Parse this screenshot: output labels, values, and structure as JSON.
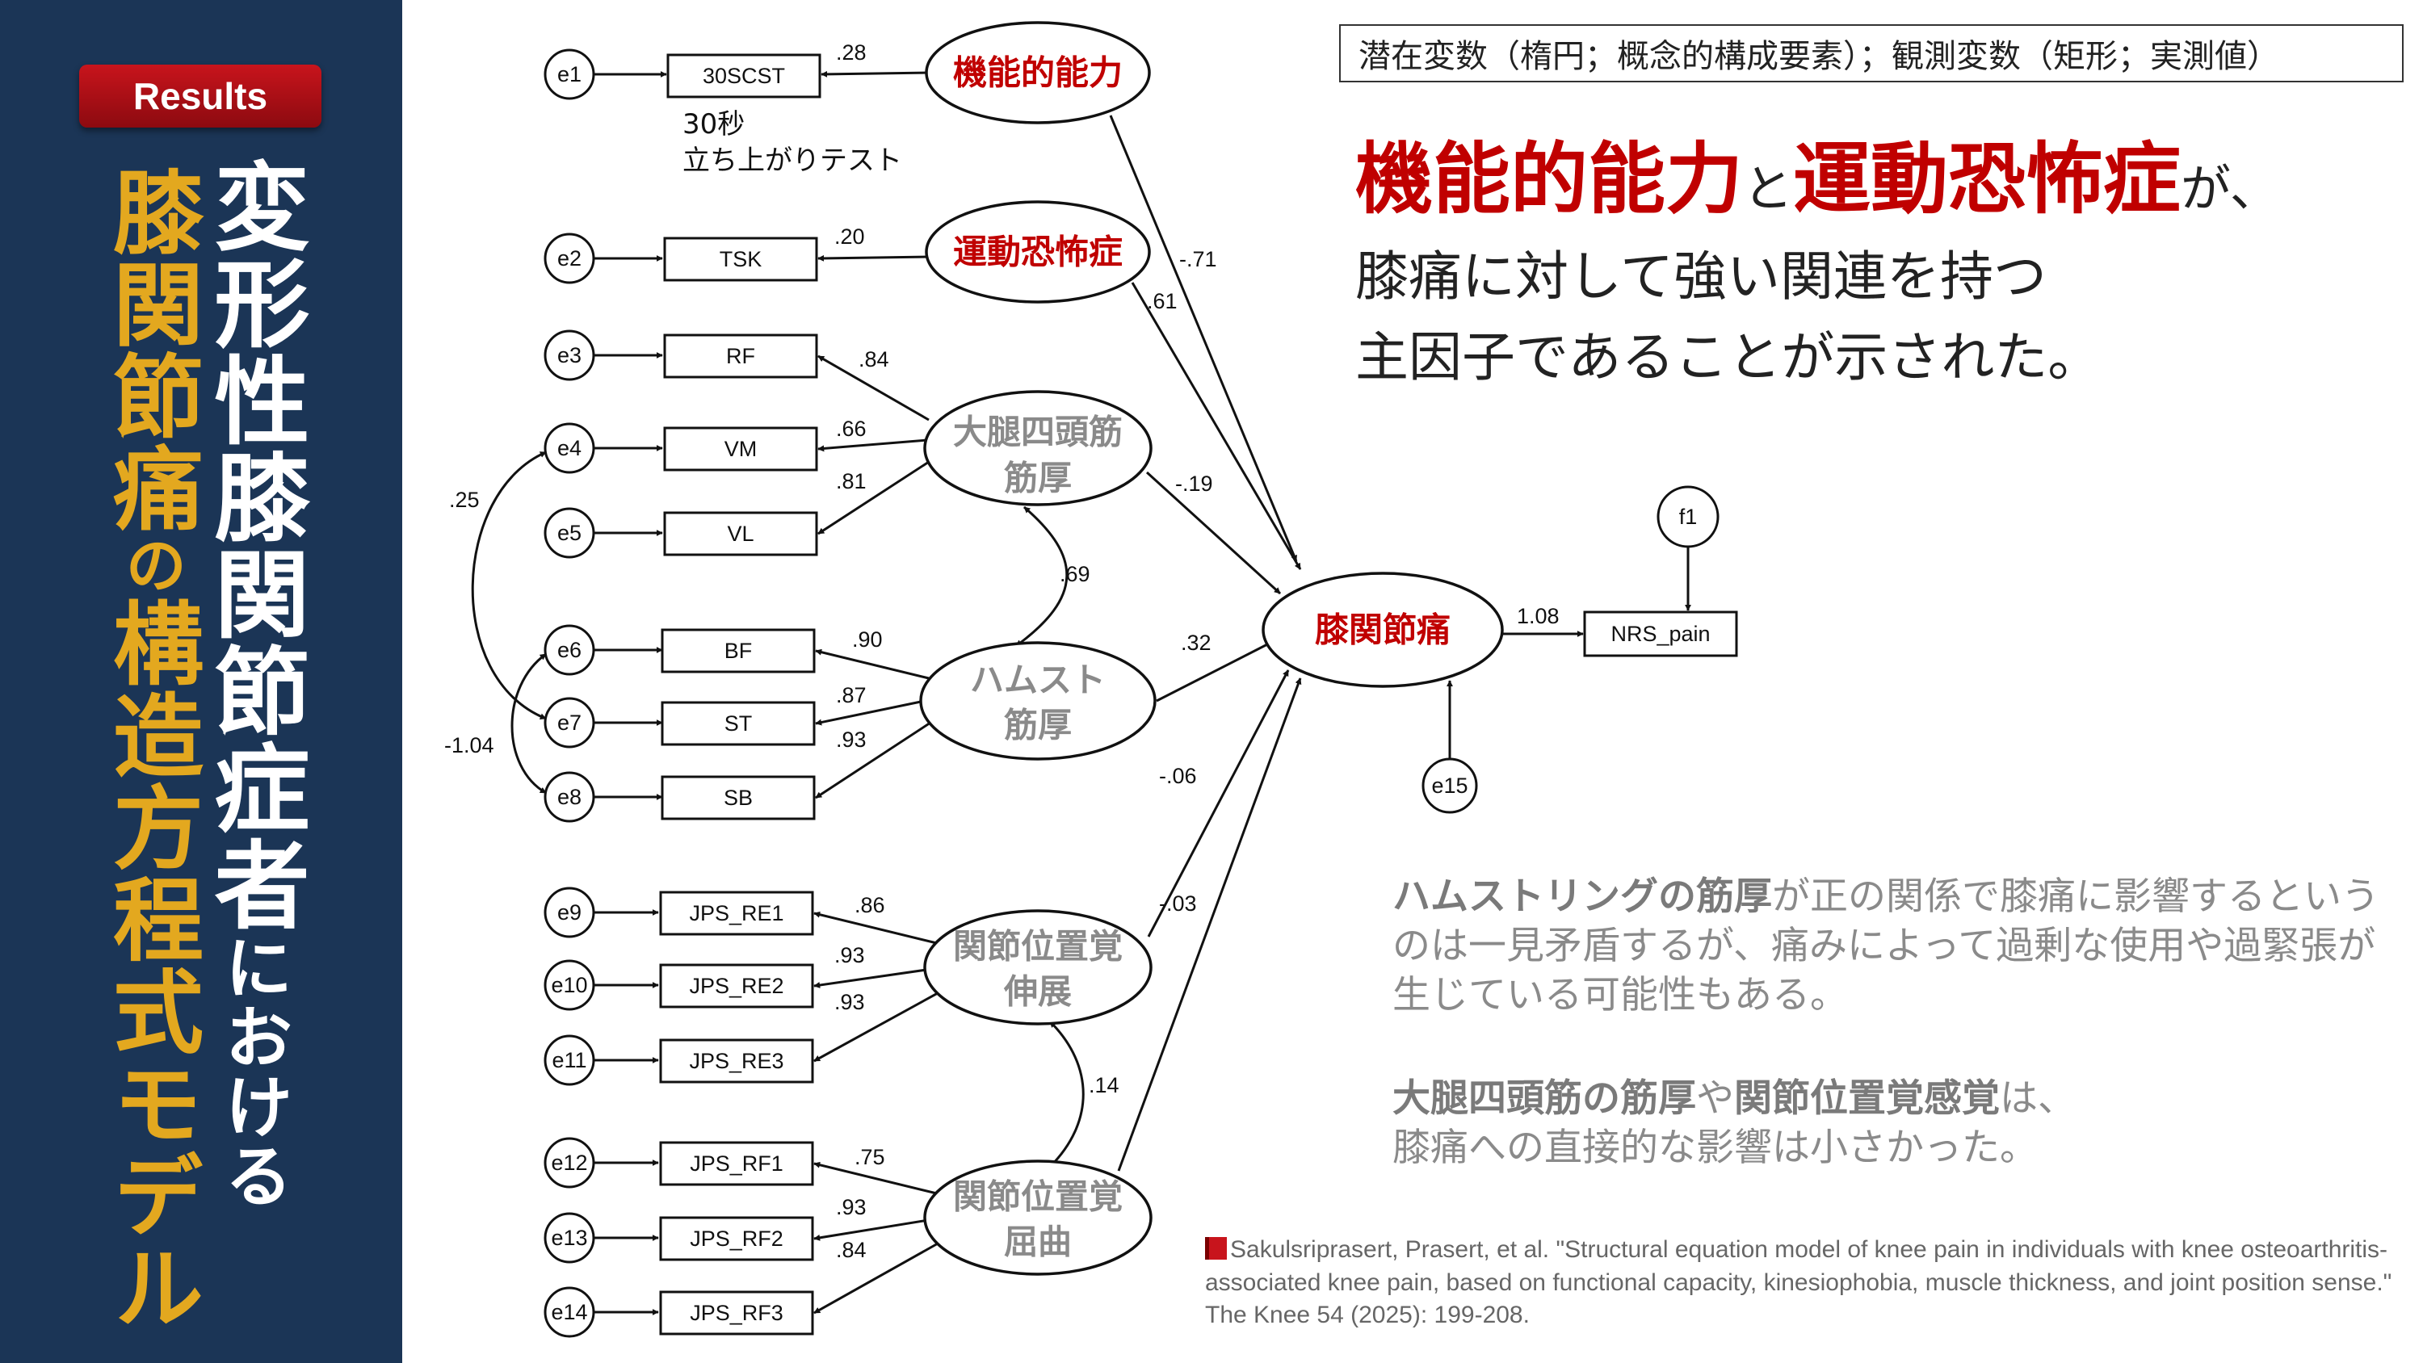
{
  "badge": "Results",
  "title_main": "変形性膝関節症者",
  "title_particle": "における",
  "subtitle_a": "膝関節痛",
  "subtitle_particle": "の",
  "subtitle_b": "構造方程式モデル",
  "legend": "潜在変数（楕円；概念的構成要素）；観測変数（矩形；実測値）",
  "headline": {
    "red1": "機能的能力",
    "conn1": "と",
    "red2": "運動恐怖症",
    "conn2": "が、",
    "line2": "膝痛に対して強い関連を持つ",
    "line3": "主因子であることが示された。"
  },
  "note1": {
    "bold": "ハムストリングの筋厚",
    "rest": "が正の関係で膝痛に影響するというのは一見矛盾するが、痛みによって過剰な使用や過緊張が生じている可能性もある。"
  },
  "note2": {
    "bold1": "大腿四頭筋の筋厚",
    "mid": "や",
    "bold2": "関節位置覚感覚",
    "tail": "は、",
    "line2": "膝痛への直接的な影響は小さかった。"
  },
  "citation": "Sakulsriprasert, Prasert, et al. \"Structural equation model of knee pain in individuals with knee osteoarthritis-associated knee pain, based on functional capacity, kinesiophobia, muscle thickness, and joint position sense.\" The Knee 54 (2025): 199-208.",
  "diagram": {
    "errors": [
      "e1",
      "e2",
      "e3",
      "e4",
      "e5",
      "e6",
      "e7",
      "e8",
      "e9",
      "e10",
      "e11",
      "e12",
      "e13",
      "e14",
      "e15",
      "f1"
    ],
    "observed": [
      "30SCST",
      "TSK",
      "RF",
      "VM",
      "VL",
      "BF",
      "ST",
      "SB",
      "JPS_RE1",
      "JPS_RE2",
      "JPS_RE3",
      "JPS_RF1",
      "JPS_RF2",
      "JPS_RF3",
      "NRS_pain"
    ],
    "scst_note_1": "30秒",
    "scst_note_2": "立ち上がりテスト",
    "latent": {
      "func": "機能的能力",
      "kin": "運動恐怖症",
      "quad_1": "大腿四頭筋",
      "quad_2": "筋厚",
      "ham_1": "ハムスト",
      "ham_2": "筋厚",
      "jpse_1": "関節位置覚",
      "jpse_2": "伸展",
      "jpsf_1": "関節位置覚",
      "jpsf_2": "屈曲",
      "knee": "膝関節痛"
    },
    "loadings": [
      ".28",
      ".20",
      ".84",
      ".66",
      ".81",
      ".90",
      ".87",
      ".93",
      ".86",
      ".93",
      ".93",
      ".75",
      ".93",
      ".84"
    ],
    "paths": {
      "func": "-.71",
      "kin": ".61",
      "quad": "-.19",
      "ham": ".32",
      "jpse": "-.06",
      "jpsf": "-.03",
      "knee_nrs": "1.08"
    },
    "correlations": {
      "quad_ham": ".69",
      "jpse_jpsf": ".14",
      "e4_e7": ".25",
      "e6_e8": "-1.04"
    }
  }
}
